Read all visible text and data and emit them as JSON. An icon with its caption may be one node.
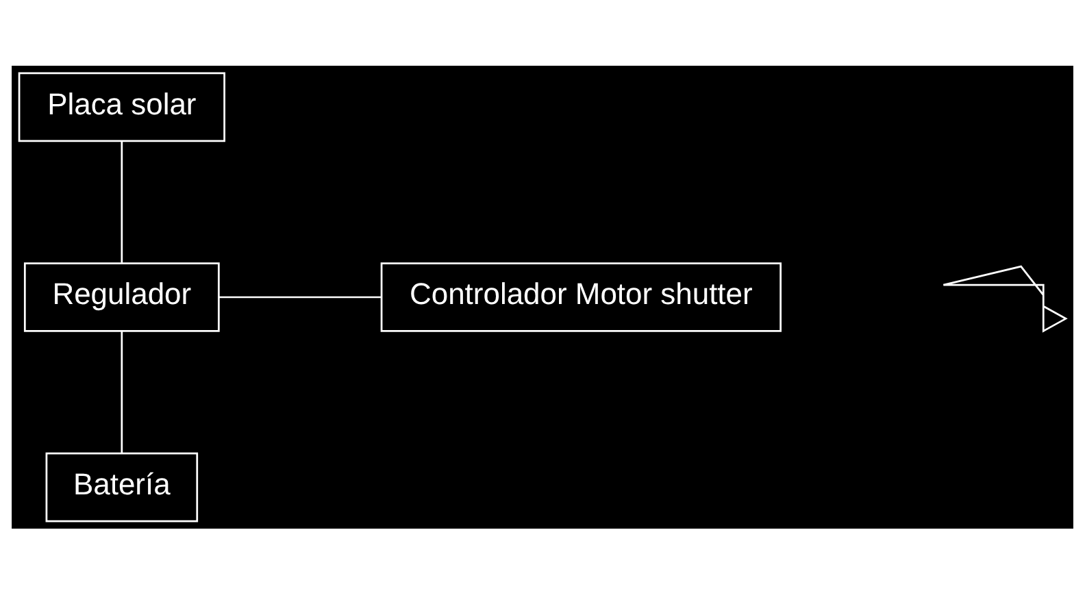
{
  "diagram": {
    "nodes": [
      {
        "text": [
          "Placa solar"
        ]
      },
      {
        "text": [
          "Regulador"
        ]
      },
      {
        "text": [
          "Controlador Motor shutter"
        ]
      },
      {
        "text": [],
        "shape": "arrow"
      },
      {
        "text": [
          "Batería"
        ]
      }
    ],
    "edges": [
      {
        "from": 0,
        "to": 1,
        "arrow": "none"
      },
      {
        "from": 1,
        "to": 2,
        "arrow": "none"
      },
      {
        "from": 1,
        "to": 4,
        "arrow": "none"
      }
    ]
  }
}
